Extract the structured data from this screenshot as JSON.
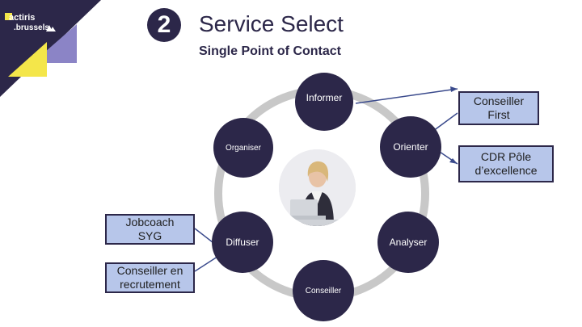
{
  "logo": {
    "line1": "actiris",
    "line2": ".brussels"
  },
  "step": {
    "number": "2"
  },
  "title": "Service Select",
  "subtitle": "Single Point of Contact",
  "nodes": {
    "informer": "Informer",
    "orienter": "Orienter",
    "analyser": "Analyser",
    "conseiller": "Conseiller",
    "diffuser": "Diffuser",
    "organiser": "Organiser"
  },
  "boxes": {
    "conseiller_first": "Conseiller First",
    "cdr_pole": "CDR Pôle d’excellence",
    "jobcoach": "Jobcoach SYG",
    "conseiller_recrutement": "Conseiller en recrutement"
  },
  "colors": {
    "node_fill": "#2c2749",
    "ring": "#c8c8c8",
    "box_fill": "#b7c6ea",
    "corner_purple": "#8b84c6",
    "corner_yellow": "#f4e64a"
  }
}
